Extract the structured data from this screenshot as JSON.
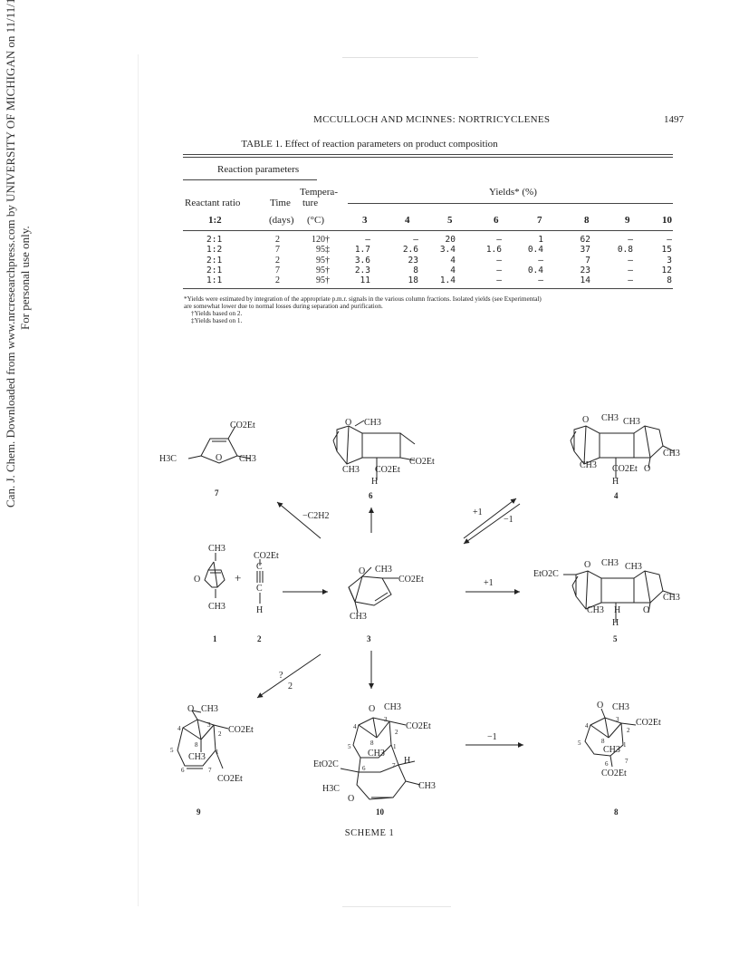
{
  "sidebar": {
    "line1": "Can. J. Chem. Downloaded from www.nrcresearchpress.com by UNIVERSITY OF MICHIGAN on 11/11/14",
    "line2": "For personal use only."
  },
  "header": {
    "running_title": "MCCULLOCH AND MCINNES: NORTRICYCLENES",
    "page_number": "1497"
  },
  "table": {
    "caption": "TABLE 1.   Effect of reaction parameters on product composition",
    "group_header": "Reaction parameters",
    "yields_header": "Yields* (%)",
    "col_headers": {
      "ratio": "Reactant ratio",
      "time": "Time",
      "temp_1": "Tempera-",
      "temp_2": "ture",
      "ratio_sub": "1:2",
      "time_unit": "(days)",
      "temp_unit": "(°C)",
      "compounds": [
        "3",
        "4",
        "5",
        "6",
        "7",
        "8",
        "9",
        "10"
      ]
    },
    "rows": [
      {
        "ratio": "2:1",
        "time": "2",
        "temp": "120†",
        "yields": [
          "—",
          "—",
          "20",
          "—",
          "1",
          "62",
          "—",
          "—"
        ]
      },
      {
        "ratio": "1:2",
        "time": "7",
        "temp": "95‡",
        "yields": [
          "1.7",
          "2.6",
          "3.4",
          "1.6",
          "0.4",
          "37",
          "0.8",
          "15"
        ]
      },
      {
        "ratio": "2:1",
        "time": "2",
        "temp": "95†",
        "yields": [
          "3.6",
          "23",
          "4",
          "—",
          "—",
          "7",
          "—",
          "3"
        ]
      },
      {
        "ratio": "2:1",
        "time": "7",
        "temp": "95†",
        "yields": [
          "2.3",
          "8",
          "4",
          "—",
          "0.4",
          "23",
          "—",
          "12"
        ]
      },
      {
        "ratio": "1:1",
        "time": "2",
        "temp": "95†",
        "yields": [
          "11",
          "18",
          "1.4",
          "—",
          "—",
          "14",
          "—",
          "8"
        ]
      }
    ],
    "footnotes": [
      "*Yields were estimated by integration of the appropriate p.m.r. signals in the various column fractions. Isolated yields (see Experimental)",
      "are somewhat lower due to normal losses during separation and purification.",
      "†Yields based on 2.",
      "‡Yields based on 1."
    ]
  },
  "scheme": {
    "caption": "SCHEME 1",
    "compound_labels": [
      "7",
      "6",
      "4",
      "1",
      "2",
      "3",
      "5",
      "9",
      "10",
      "8"
    ],
    "arrow_labels": {
      "minus_c2h2": "−C2H2",
      "plus1_a": "+1",
      "minus1_a": "−1",
      "plus1_b": "+1",
      "q_mark": "?",
      "two": "2",
      "minus1_b": "−1"
    },
    "groups": {
      "co2et": "CO2Et",
      "ch3": "CH3",
      "h3c": "H3C",
      "h": "H",
      "o": "O",
      "c": "C",
      "eto2c": "EtO2C",
      "plus": "+",
      "num_1": "1",
      "num_2": "2",
      "num_3": "3",
      "num_4": "4",
      "num_5": "5",
      "num_6": "6",
      "num_7": "7",
      "num_8": "8"
    }
  }
}
